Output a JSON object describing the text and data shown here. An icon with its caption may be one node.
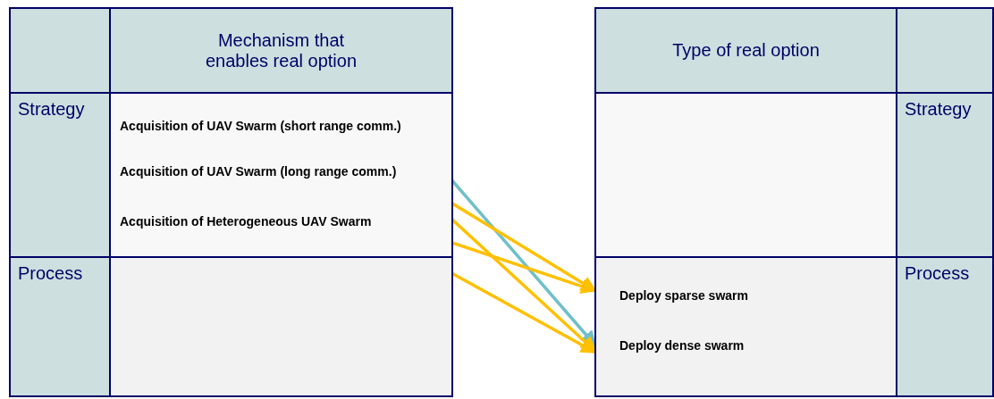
{
  "diagram": {
    "nodes": [
      {
        "text": [
          "Mechanism that enables real option"
        ]
      },
      {
        "text": [
          "Type of real option"
        ]
      },
      {
        "text": [
          "Strategy"
        ]
      },
      {
        "text": [
          "Acquisition of UAV Swarm (short range comm.)"
        ]
      },
      {
        "text": [
          "Acquisition of UAV Swarm (long range comm.)"
        ]
      },
      {
        "text": [
          "Acquisition of Heterogeneous UAV Swarm"
        ]
      },
      {
        "text": [
          "Strategy"
        ]
      },
      {
        "text": [
          "Process"
        ]
      },
      {
        "text": [
          "Deploy sparse swarm"
        ]
      },
      {
        "text": [
          "Deploy dense swarm"
        ]
      },
      {
        "text": [
          "Process"
        ]
      }
    ],
    "edges": [
      {
        "from": 3,
        "to": 9,
        "arrow": "to",
        "color": "#70bfc8"
      },
      {
        "from": 4,
        "to": 8,
        "arrow": "to"
      },
      {
        "from": 4,
        "to": 9,
        "arrow": "to"
      },
      {
        "from": 5,
        "to": 8,
        "arrow": "to"
      },
      {
        "from": 5,
        "to": 9,
        "arrow": "to"
      }
    ]
  }
}
